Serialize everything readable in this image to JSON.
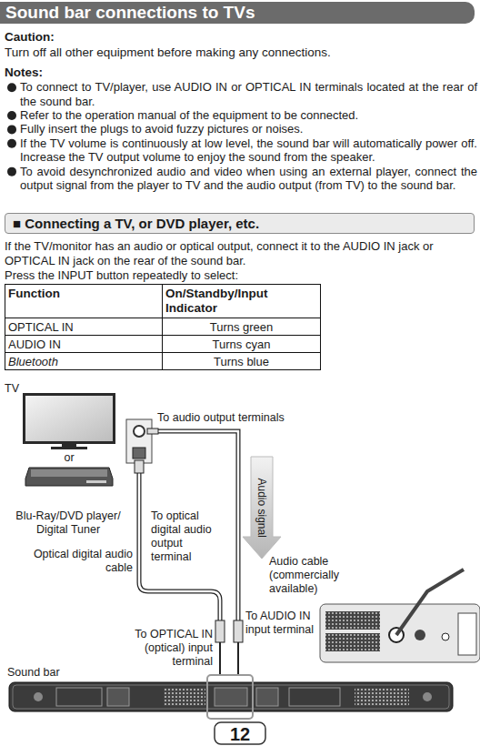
{
  "diagram": {
    "title": "Sound bar connections to TVs",
    "nodes": [
      {
        "text": [
          "■ Connecting a TV, or DVD player, etc."
        ]
      },
      {
        "text": [
          "TV"
        ]
      },
      {
        "text": [
          "Blu-Ray/DVD player/ Digital Tuner"
        ]
      },
      {
        "text": [
          "Sound bar"
        ]
      },
      {
        "text": [
          "12"
        ]
      }
    ],
    "labels": [
      "Caution:",
      "Turn off all other equipment before making any connections.",
      "Notes:",
      "To connect to TV/player, use AUDIO IN or OPTICAL IN terminals located at the rear of the sound bar.",
      "Refer to the operation manual of the equipment to be connected.",
      "Fully insert the plugs to avoid fuzzy pictures or noises.",
      "If the TV volume is continuously at low level, the sound bar will automatically power off. Increase the TV output volume to enjoy the sound from the speaker.",
      "To avoid desynchronized audio and video when using an external player, connect the output signal from the player to TV and the audio output (from TV) to the sound bar.",
      "If the TV/monitor has an audio or optical output, connect it to the AUDIO IN jack or OPTICAL IN jack on the rear of the sound bar.",
      "Press the INPUT button repeatedly to select:",
      "Function",
      "On/Standby/Input Indicator",
      "OPTICAL IN",
      "Turns green",
      "AUDIO IN",
      "Turns cyan",
      "Bluetooth",
      "Turns blue",
      "or",
      "To audio output terminals",
      "To optical digital audio output terminal",
      "Optical digital audio cable",
      "Audio signal",
      "Audio cable (commercially available)",
      "To AUDIO IN input terminal",
      "To OPTICAL IN (optical) input terminal"
    ]
  }
}
